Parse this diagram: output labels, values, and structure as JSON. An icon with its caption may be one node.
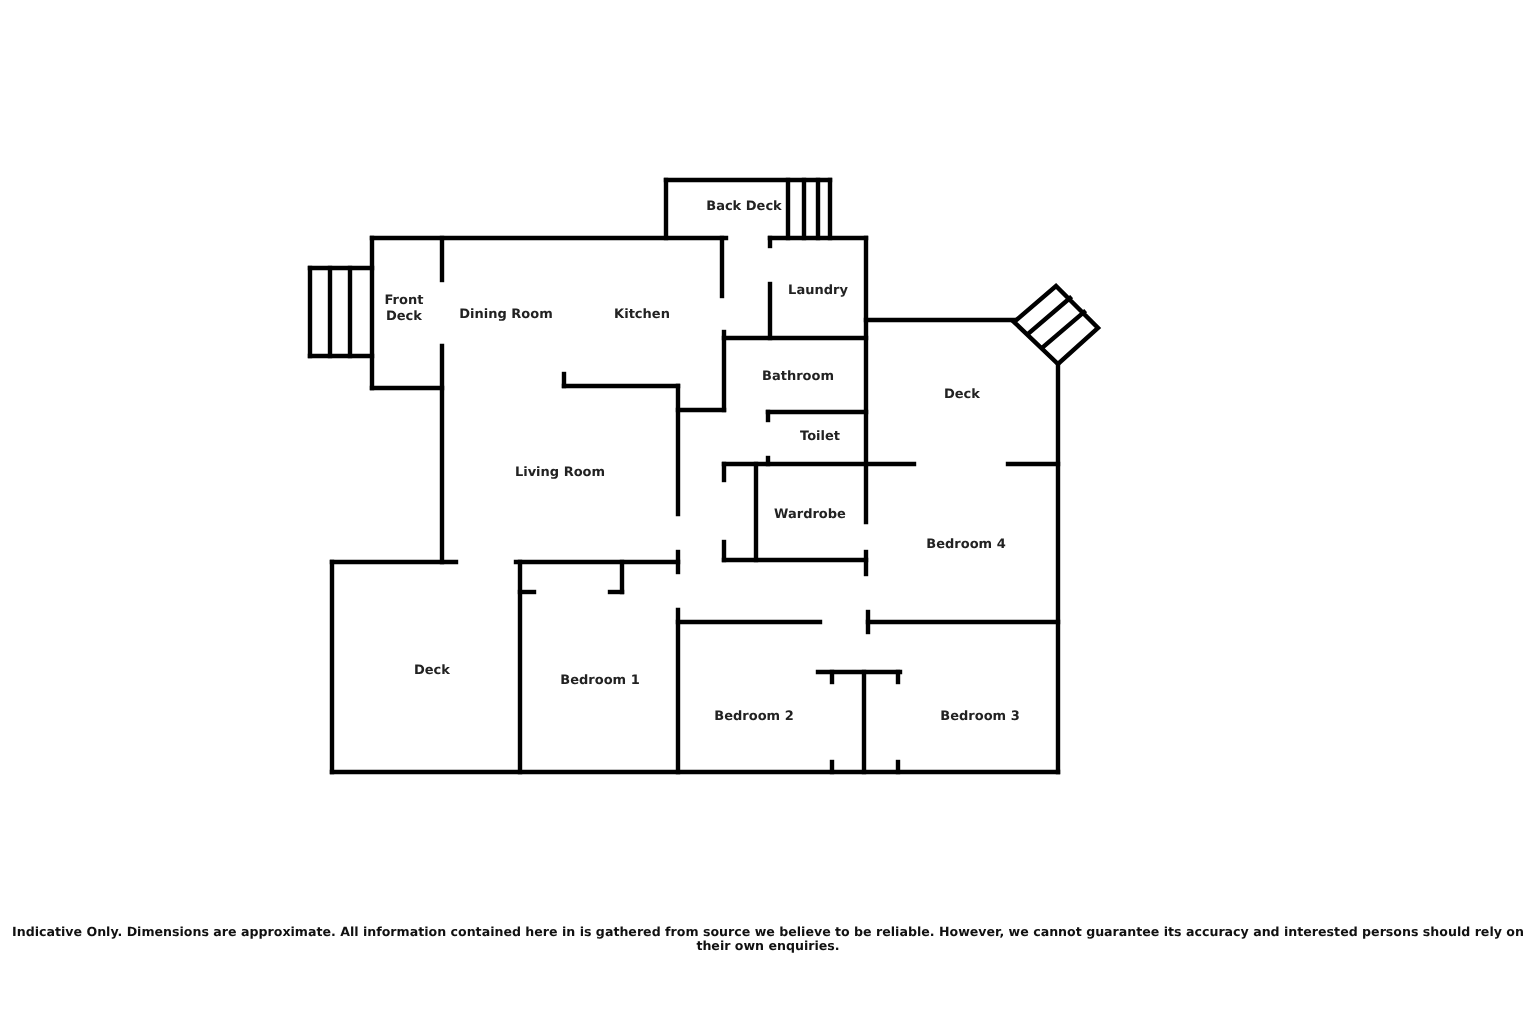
{
  "diagram": {
    "caption": "Indicative Only. Dimensions are approximate. All information contained here in is gathered from source we believe to be reliable. However, we cannot guarantee its accuracy and interested persons should rely on their own enquiries.",
    "labels": [
      "Back Deck",
      "Laundry",
      "Front Deck",
      "Dining Room",
      "Kitchen",
      "Bathroom",
      "Deck",
      "Toilet",
      "Living Room",
      "Wardrobe",
      "Bedroom 4",
      "Deck",
      "Bedroom 1",
      "Bedroom 2",
      "Bedroom 3"
    ]
  }
}
